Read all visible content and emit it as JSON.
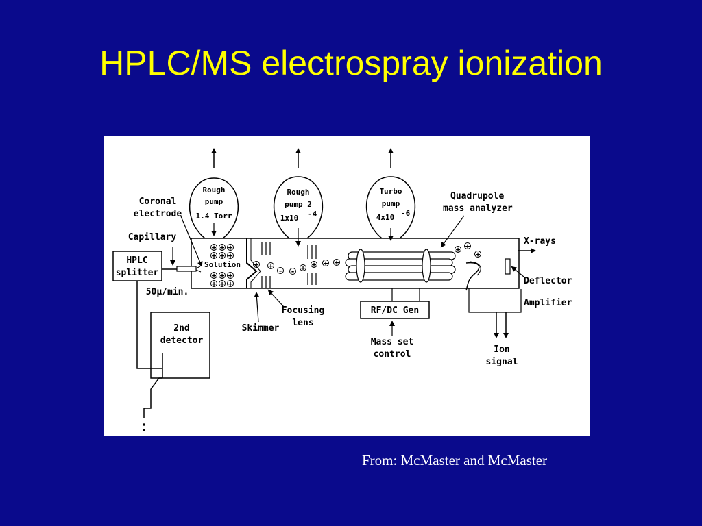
{
  "slide": {
    "title": "HPLC/MS electrospray ionization",
    "credit": "From: McMaster and McMaster"
  },
  "diagram": {
    "labels": {
      "rough_pump_1": [
        "Rough",
        "pump",
        "1.4 Torr"
      ],
      "rough_pump_2": [
        "Rough",
        "pump 2",
        "1x10",
        "-4"
      ],
      "turbo_pump": [
        "Turbo",
        "pump",
        "4x10",
        "-6"
      ],
      "coronal_electrode": [
        "Coronal",
        "electrode"
      ],
      "capillary": "Capillary",
      "hplc_splitter": [
        "HPLC",
        "splitter"
      ],
      "flow_rate": "50µ/min.",
      "solution": "Solution",
      "quadrupole": [
        "Quadrupole",
        "mass analyzer"
      ],
      "x_rays": "X-rays",
      "deflector": "Deflector",
      "amplifier": "Amplifier",
      "focusing_lens": [
        "Focusing",
        "lens"
      ],
      "skimmer": "Skimmer",
      "rf_dc_gen": "RF/DC Gen",
      "mass_set_control": [
        "Mass set",
        "control"
      ],
      "ion_signal": [
        "Ion",
        "signal"
      ],
      "second_detector": [
        "2nd",
        "detector"
      ]
    },
    "ion_charge_symbols": {
      "positive": "+",
      "negative": "-"
    }
  }
}
